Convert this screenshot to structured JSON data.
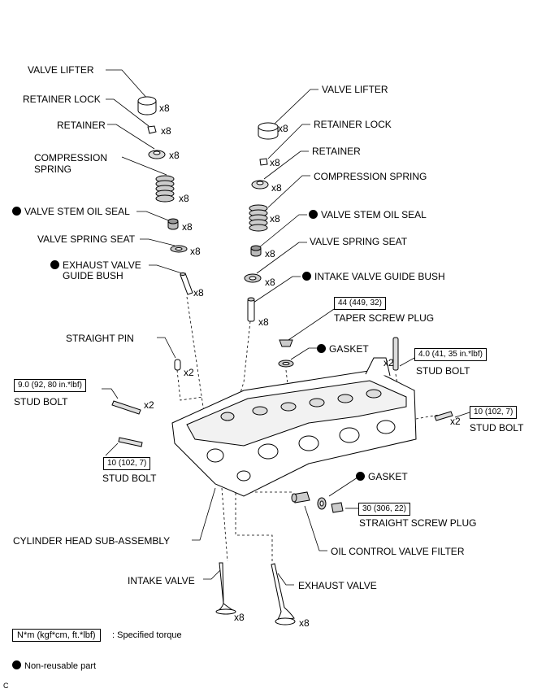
{
  "labels": {
    "left_valve_lifter": "VALVE LIFTER",
    "left_retainer_lock": "RETAINER LOCK",
    "left_retainer": "RETAINER",
    "left_compression_spring_1": "COMPRESSION",
    "left_compression_spring_2": "SPRING",
    "left_valve_stem_oil_seal": "VALVE STEM OIL SEAL",
    "left_valve_spring_seat": "VALVE SPRING SEAT",
    "exhaust_valve_guide_bush_1": "EXHAUST VALVE",
    "exhaust_valve_guide_bush_2": "GUIDE BUSH",
    "straight_pin": "STRAIGHT PIN",
    "stud_bolt_left_upper": "STUD BOLT",
    "stud_bolt_left_lower": "STUD BOLT",
    "cylinder_head": "CYLINDER HEAD SUB-ASSEMBLY",
    "intake_valve": "INTAKE VALVE",
    "exhaust_valve": "EXHAUST VALVE",
    "right_valve_lifter": "VALVE LIFTER",
    "right_retainer_lock": "RETAINER LOCK",
    "right_retainer": "RETAINER",
    "right_compression_spring": "COMPRESSION SPRING",
    "right_valve_stem_oil_seal": "VALVE STEM OIL SEAL",
    "right_valve_spring_seat": "VALVE SPRING SEAT",
    "intake_valve_guide_bush": "INTAKE VALVE GUIDE BUSH",
    "taper_screw_plug": "TAPER SCREW PLUG",
    "gasket_upper": "GASKET",
    "stud_bolt_right_upper": "STUD BOLT",
    "stud_bolt_right_lower": "STUD BOLT",
    "gasket_lower": "GASKET",
    "straight_screw_plug": "STRAIGHT SCREW PLUG",
    "oil_control_valve_filter": "OIL CONTROL VALVE FILTER"
  },
  "quantities": {
    "x8": "x8",
    "x2": "x2"
  },
  "torques": {
    "taper_screw_plug": "44 (449, 32)",
    "stud_bolt_right_upper": "4.0 (41, 35 in.*lbf)",
    "stud_bolt_left_upper": "9.0 (92, 80 in.*lbf)",
    "stud_bolt_right_lower": "10 (102, 7)",
    "stud_bolt_left_lower": "10 (102, 7)",
    "straight_screw_plug": "30 (306, 22)"
  },
  "legend": {
    "torque_unit": "N*m (kgf*cm, ft.*lbf)",
    "torque_desc": ": Specified torque",
    "nonreusable_desc": "Non-reusable part"
  },
  "corner_mark": "C"
}
